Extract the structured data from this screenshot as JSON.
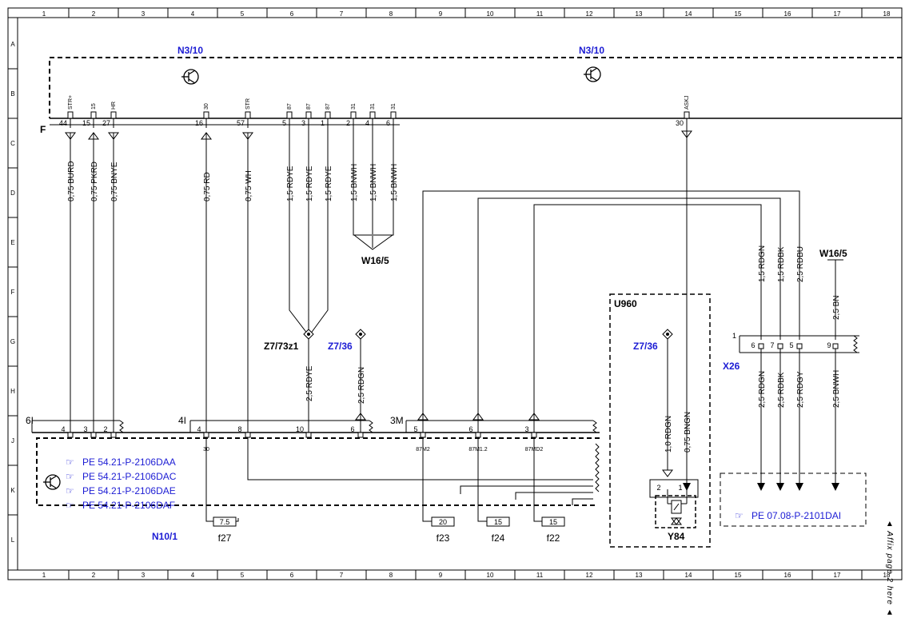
{
  "diagram": {
    "grid_cols": [
      "1",
      "2",
      "3",
      "4",
      "5",
      "6",
      "7",
      "8",
      "9",
      "10",
      "11",
      "12",
      "13",
      "14",
      "15",
      "16",
      "17",
      "18"
    ],
    "grid_rows": [
      "A",
      "B",
      "C",
      "D",
      "E",
      "F",
      "G",
      "H",
      "J",
      "K",
      "L"
    ],
    "colors": {
      "line": "#000000",
      "link": "#1c1cd4"
    },
    "components": {
      "n3_10_left": "N3/10",
      "n3_10_right": "N3/10",
      "f_label": "F",
      "w16_5_mid": "W16/5",
      "w16_5_right": "W16/5",
      "z7_73z1": "Z7/73z1",
      "z7_36_left": "Z7/36",
      "z7_36_right": "Z7/36",
      "u960": "U960",
      "x26": "X26",
      "y84": "Y84",
      "n10_1": "N10/1",
      "conn_6i": "6I",
      "conn_4i": "4I",
      "conn_3m": "3M",
      "x26_pin1": "1"
    },
    "top_pins": [
      {
        "code": "STR+",
        "num": "44"
      },
      {
        "code": "15",
        "num": "15"
      },
      {
        "code": "HR",
        "num": "27"
      },
      {
        "code": "30",
        "num": "16"
      },
      {
        "code": "STR",
        "num": "57"
      },
      {
        "code": "87",
        "num": "5"
      },
      {
        "code": "87",
        "num": "3"
      },
      {
        "code": "87",
        "num": "1"
      },
      {
        "code": "31",
        "num": "2"
      },
      {
        "code": "31",
        "num": "4"
      },
      {
        "code": "31",
        "num": "6"
      },
      {
        "code": "ASKJ",
        "num": "30"
      }
    ],
    "top_wires": [
      "0,75 BURD",
      "0,75 PKRD",
      "0,75 BNYE",
      "0,75 RD",
      "0,75 WH",
      "1,5 RDYE",
      "1,5 RDYE",
      "1,5 RDYE",
      "1,5 BNWH",
      "1,5 BNWH",
      "1,5 BNWH"
    ],
    "right_wires_top": [
      "1,5 RDGN",
      "1,5 RDBK",
      "2,5 RDBU",
      "2,5 BN"
    ],
    "right_wires_bottom": [
      "2,5 RDGN",
      "2,5 RDBK",
      "2,5 RDGY",
      "2,5 BNWH"
    ],
    "x26_pins": [
      "6",
      "7",
      "5",
      "9"
    ],
    "mid_wires": [
      "2,5 RDYE",
      "2,5 RDGN"
    ],
    "u960_wires": [
      "1,0 RDGN",
      "0,75 BNGN"
    ],
    "y84_pins": [
      "2",
      "1"
    ],
    "n10_pins": [
      "4",
      "3",
      "2",
      "4",
      "8",
      "10",
      "6",
      "5",
      "6",
      "3"
    ],
    "n10_sub_labels": [
      "30",
      "87M2",
      "87M1.2",
      "87MD2"
    ],
    "fuses": [
      {
        "value": "7.5",
        "name": "f27"
      },
      {
        "value": "20",
        "name": "f23"
      },
      {
        "value": "15",
        "name": "f24"
      },
      {
        "value": "15",
        "name": "f22"
      }
    ],
    "references": [
      "PE 54.21-P-2106DAA",
      "PE 54.21-P-2106DAC",
      "PE 54.21-P-2106DAE",
      "PE 54.21-P-2106DAF",
      "PE 07.08-P-2101DAI"
    ],
    "side_note": "◄ Affix page 2 here ◄"
  }
}
